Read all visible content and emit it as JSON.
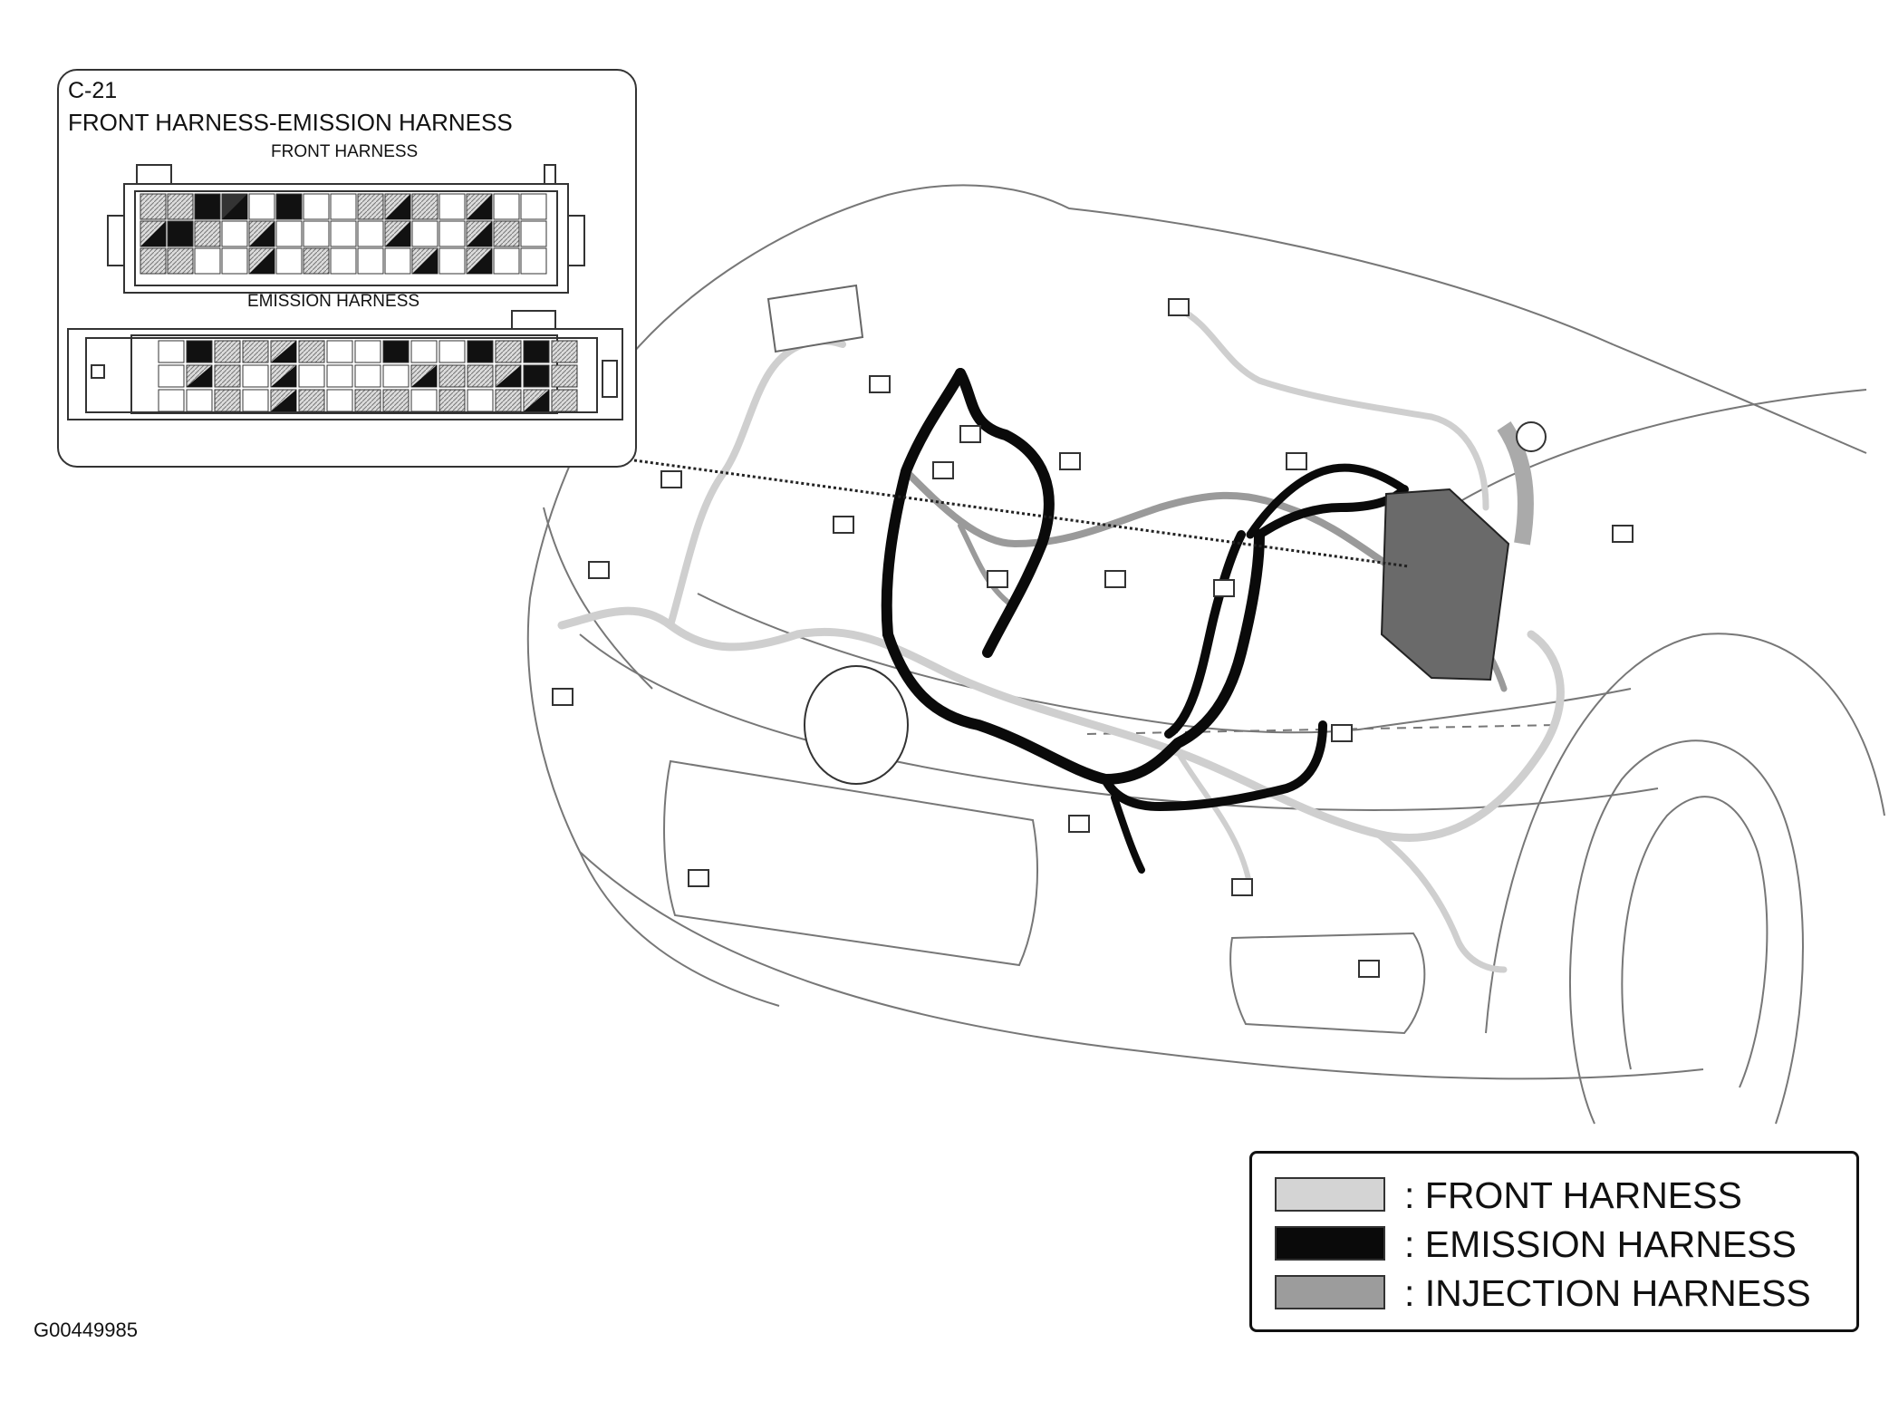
{
  "inset": {
    "code": "C-21",
    "title": "FRONT HARNESS-EMISSION HARNESS",
    "front_label": "FRONT HARNESS",
    "emission_label": "EMISSION HARNESS",
    "front_rows": [
      [
        "h",
        "h",
        "d",
        "dd",
        "l",
        "d",
        "l",
        "l",
        "h",
        "dh",
        "h",
        "l",
        "dh",
        "l",
        "l"
      ],
      [
        "dh",
        "d",
        "h",
        "l",
        "dh",
        "l",
        "l",
        "l",
        "l",
        "dh",
        "l",
        "l",
        "dh",
        "h",
        "l"
      ],
      [
        "h",
        "h",
        "l",
        "l",
        "dh",
        "l",
        "h",
        "l",
        "l",
        "l",
        "dh",
        "l",
        "dh",
        "l",
        "l"
      ]
    ],
    "emission_rows": [
      [
        "l",
        "d",
        "h",
        "h",
        "dh",
        "h",
        "l",
        "l",
        "d",
        "l",
        "l",
        "d",
        "h",
        "d",
        "h"
      ],
      [
        "l",
        "dh",
        "h",
        "l",
        "dh",
        "l",
        "l",
        "l",
        "l",
        "dh",
        "h",
        "h",
        "dh",
        "d",
        "h"
      ],
      [
        "l",
        "l",
        "h",
        "l",
        "dh",
        "h",
        "l",
        "h",
        "h",
        "l",
        "h",
        "l",
        "h",
        "dh",
        "h"
      ]
    ]
  },
  "legend": {
    "items": [
      {
        "label": ": FRONT HARNESS",
        "color": "#d4d4d4"
      },
      {
        "label": ": EMISSION HARNESS",
        "color": "#0a0a0a"
      },
      {
        "label": ": INJECTION HARNESS",
        "color": "#9c9c9c"
      }
    ]
  },
  "figure_id": "G00449985",
  "colors": {
    "front": "#cfcfcf",
    "emission": "#0a0a0a",
    "injection": "#9a9a9a",
    "outline": "#777777"
  }
}
